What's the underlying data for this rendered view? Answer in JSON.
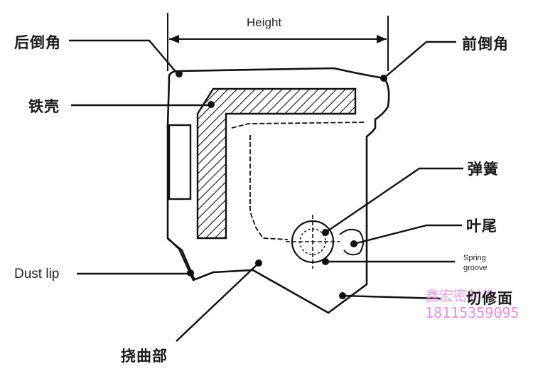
{
  "labels": {
    "height": "Height",
    "rear_chamfer": "后倒角",
    "front_chamfer": "前倒角",
    "metal_case": "铁壳",
    "spring": "弹簧",
    "leaf_tail": "叶尾",
    "dust_lip": "Dust lip",
    "spring_groove_line1": "Spring",
    "spring_groove_line2": "groove",
    "flex_section": "挠曲部",
    "trim_face": "切修面"
  },
  "watermark": {
    "name": "鑫宏密封件",
    "phone": "18115359095",
    "color": "#e98ee6"
  },
  "colors": {
    "line": "#111111",
    "background": "#ffffff"
  }
}
